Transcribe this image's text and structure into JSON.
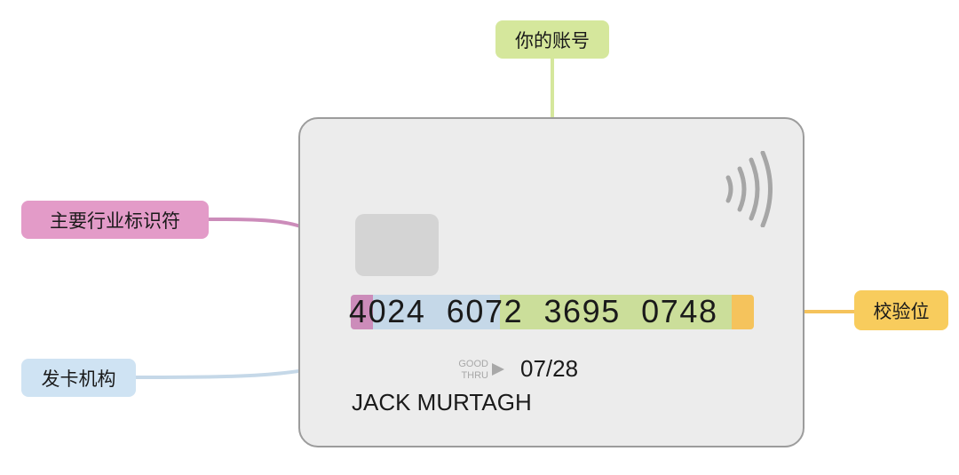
{
  "card": {
    "number_groups": [
      "4024",
      "6072",
      "3695",
      "0748"
    ],
    "good_thru_line1": "GOOD",
    "good_thru_line2": "THRU",
    "expiry": "07/28",
    "holder_name": "JACK MURTAGH"
  },
  "labels": {
    "major_industry_identifier": "主要行业标识符",
    "issuer": "发卡机构",
    "account_number": "你的账号",
    "check_digit": "校验位"
  },
  "colors": {
    "major_industry_identifier": "#cc8cba",
    "issuer": "#c5d8e8",
    "account_number": "#cbde9a",
    "check_digit": "#f5c35c"
  },
  "icons": {
    "chip": "chip-icon",
    "contactless": "contactless-icon",
    "arrow": "play-arrow-icon"
  }
}
